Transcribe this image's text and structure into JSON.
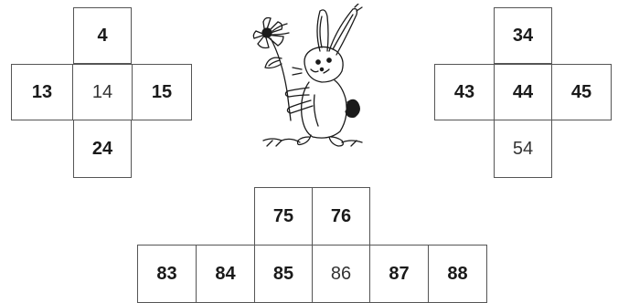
{
  "cross_left": {
    "top": "4",
    "left": "13",
    "center": "14",
    "right": "15",
    "bottom": "24"
  },
  "cross_right": {
    "top": "34",
    "left": "43",
    "center": "44",
    "right": "45",
    "bottom": "54"
  },
  "bottom_grid": {
    "top_row": [
      "75",
      "76"
    ],
    "bottom_row": [
      "83",
      "84",
      "85",
      "86",
      "87",
      "88"
    ]
  },
  "illustration": {
    "icon": "rabbit-holding-flower-icon"
  }
}
